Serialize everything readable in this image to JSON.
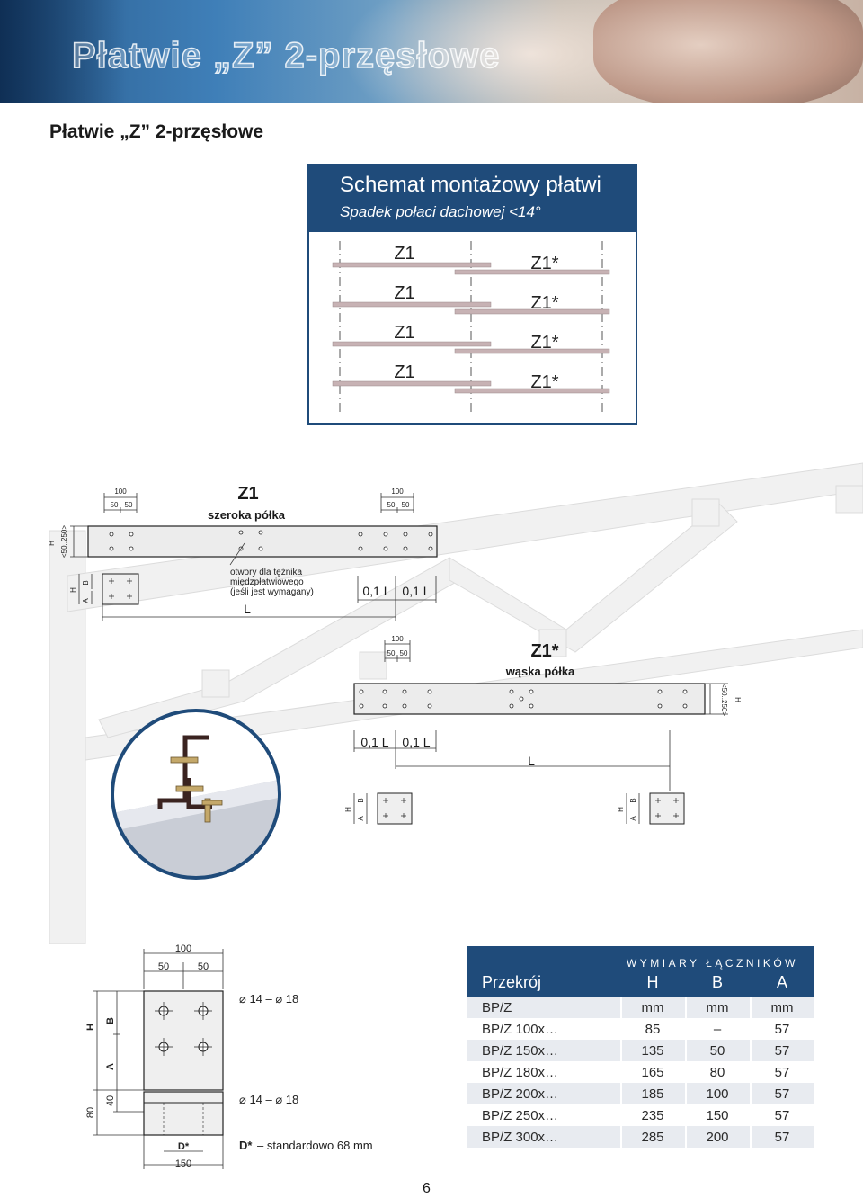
{
  "banner": {
    "title": "Płatwie „Z” 2-przęsłowe"
  },
  "page_title": "Płatwie „Z” 2-przęsłowe",
  "schema": {
    "title": "Schemat montażowy płatwi",
    "subtitle": "Spadek połaci dachowej <14°",
    "left_labels": [
      "Z1",
      "Z1",
      "Z1",
      "Z1"
    ],
    "right_labels": [
      "Z1*",
      "Z1*",
      "Z1*",
      "Z1*"
    ]
  },
  "z1": {
    "title": "Z1",
    "subtitle": "szeroka półka",
    "dim_100": "100",
    "dim_50a": "50",
    "dim_50b": "50",
    "dim_h": "H",
    "dim_range": "<50..250>",
    "note_line1": "otwory dla tężnika",
    "note_line2": "międzpłatwiowego",
    "note_line3": "(jeśli jest wymagany)",
    "dim_01a": "0,1 L",
    "dim_01b": "0,1 L",
    "dim_L": "L",
    "dim_A": "A",
    "dim_B": "B"
  },
  "z1s": {
    "title": "Z1*",
    "subtitle": "wąska półka",
    "dim_100": "100",
    "dim_50a": "50",
    "dim_50b": "50",
    "dim_range": "<50..250>",
    "dim_h": "H",
    "dim_01a": "0,1 L",
    "dim_01b": "0,1 L",
    "dim_L": "L"
  },
  "connector": {
    "dim_100": "100",
    "dim_50a": "50",
    "dim_50b": "50",
    "dim_H": "H",
    "dim_A": "A",
    "dim_B": "B",
    "dim_80": "80",
    "dim_40": "40",
    "dim_D": "D*",
    "dim_150": "150",
    "hole_label_1": "⌀ 14 – ⌀ 18",
    "hole_label_2": "⌀ 14 – ⌀ 18",
    "d_note_key": "D*",
    "d_note_text": " – standardowo 68 mm"
  },
  "table": {
    "caption": "WYMIARY ŁĄCZNIKÓW",
    "headers": [
      "Przekrój",
      "H",
      "B",
      "A"
    ],
    "rows": [
      [
        "BP/Z",
        "mm",
        "mm",
        "mm"
      ],
      [
        "BP/Z 100x…",
        "85",
        "–",
        "57"
      ],
      [
        "BP/Z 150x…",
        "135",
        "50",
        "57"
      ],
      [
        "BP/Z 180x…",
        "165",
        "80",
        "57"
      ],
      [
        "BP/Z 200x…",
        "185",
        "100",
        "57"
      ],
      [
        "BP/Z 250x…",
        "235",
        "150",
        "57"
      ],
      [
        "BP/Z 300x…",
        "285",
        "200",
        "57"
      ]
    ]
  },
  "page_number": "6"
}
